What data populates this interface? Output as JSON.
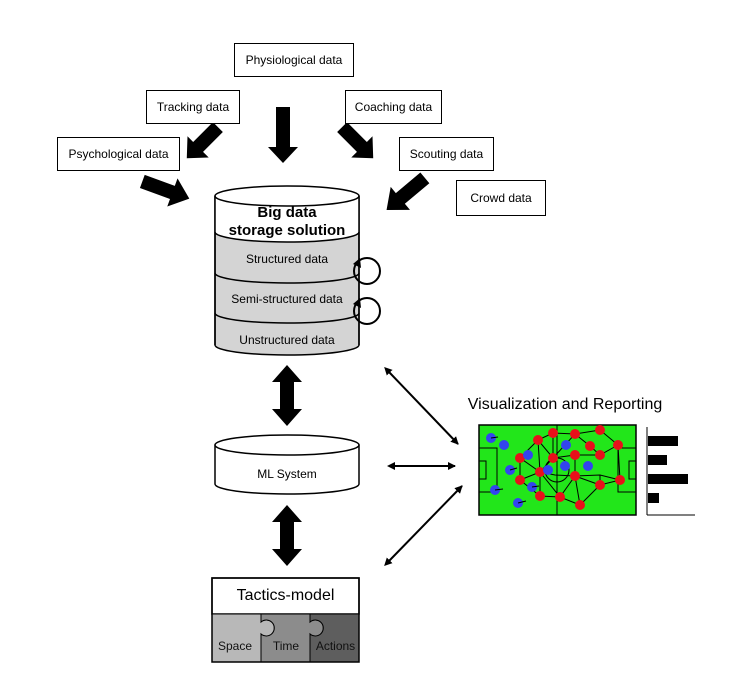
{
  "sources": {
    "physiological": "Physiological data",
    "tracking": "Tracking data",
    "coaching": "Coaching data",
    "psychological": "Psychological data",
    "scouting": "Scouting data",
    "crowd": "Crowd data"
  },
  "storage": {
    "title_line1": "Big data",
    "title_line2": "storage solution",
    "layers": [
      "Structured data",
      "Semi-structured data",
      "Unstructured data"
    ]
  },
  "ml_system": "ML System",
  "visualization": {
    "title": "Visualization and Reporting"
  },
  "tactics": {
    "title": "Tactics-model",
    "pieces": [
      "Space",
      "Time",
      "Actions"
    ]
  },
  "colors": {
    "pitch": "#22e61a",
    "player_red": "#e8101a",
    "player_blue": "#3344ee",
    "db_fill": "#d4d4d4",
    "piece_space": "#b8b8b8",
    "piece_time": "#8c8c8c",
    "piece_actions": "#5e5e5e"
  }
}
